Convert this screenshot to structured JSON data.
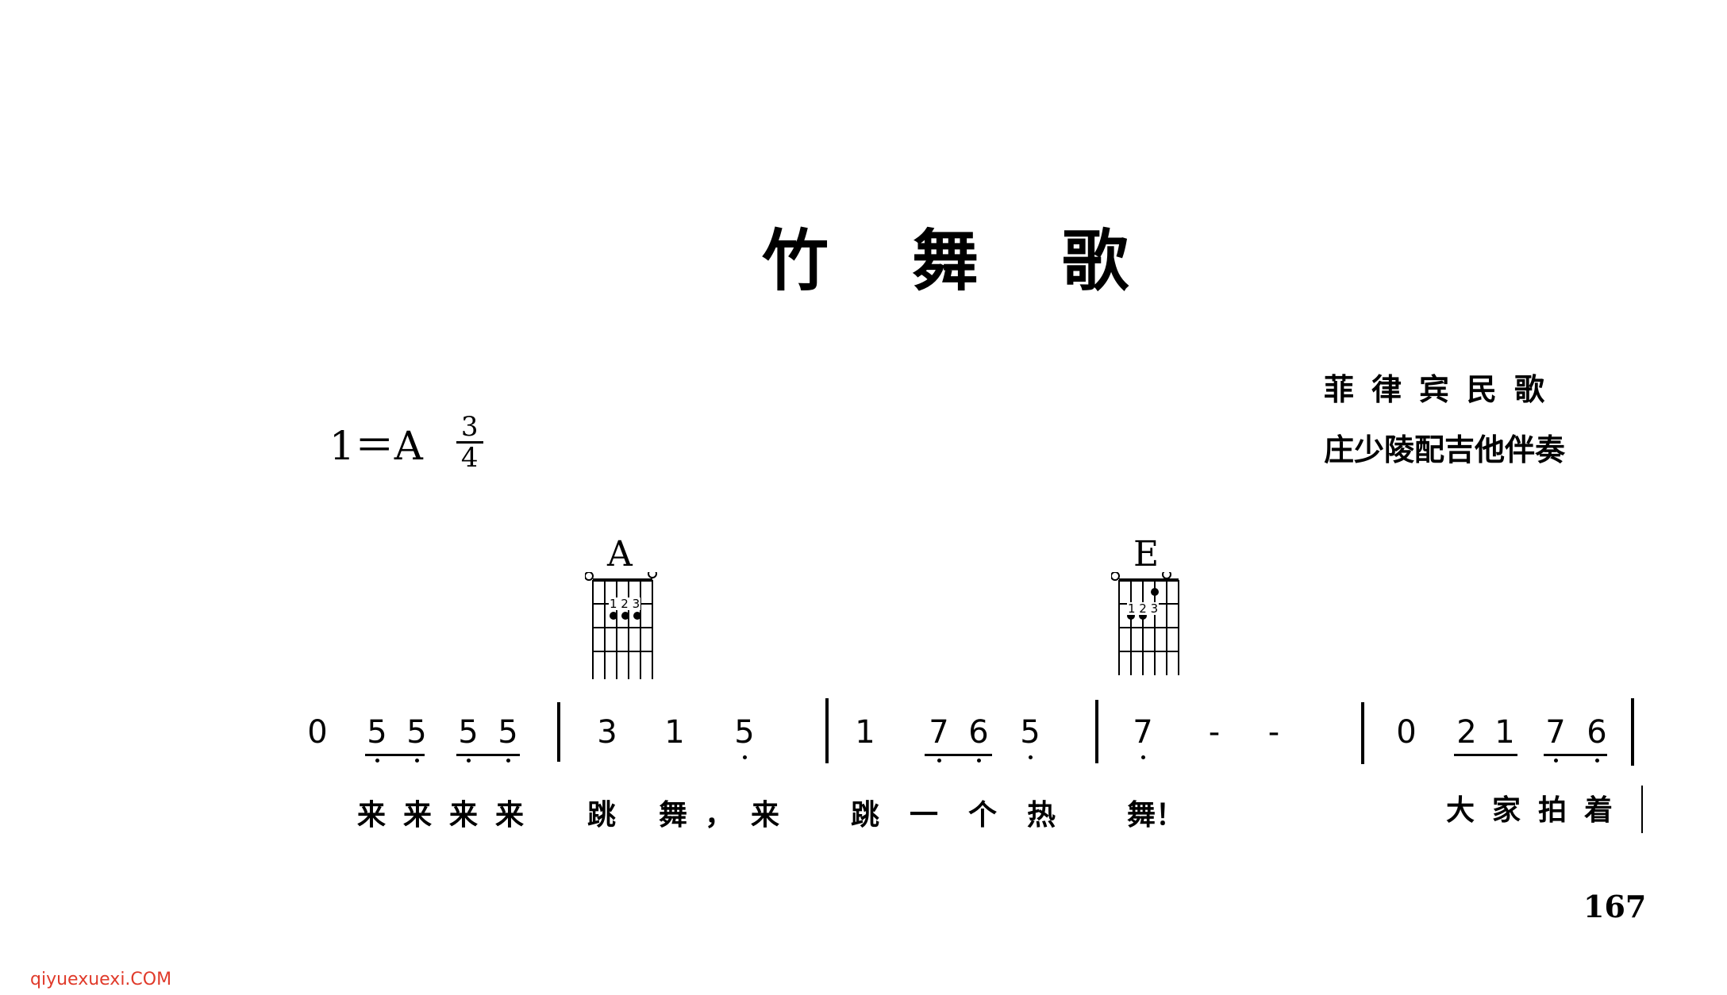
{
  "title": "竹舞歌",
  "attribution": {
    "line1": "菲律宾民歌",
    "line2": "庄少陵配吉他伴奏"
  },
  "key": {
    "signature": "1＝A",
    "time_top": "3",
    "time_bottom": "4"
  },
  "chords": [
    {
      "name": "A",
      "fingers": "1 2 3"
    },
    {
      "name": "E",
      "fingers": "1 2 3"
    }
  ],
  "notation": {
    "notes": [
      "0",
      "5",
      "5",
      "5",
      "5",
      "3",
      "1",
      "5",
      "1",
      "7",
      "6",
      "5",
      "7",
      "-",
      "-",
      "0",
      "2",
      "1",
      "7",
      "6"
    ]
  },
  "lyrics": [
    "来来来来",
    "跳",
    "舞，来",
    "跳一个热",
    "舞！",
    "大家拍着"
  ],
  "page_number": "167",
  "watermark": "qiyuexuexi.COM"
}
